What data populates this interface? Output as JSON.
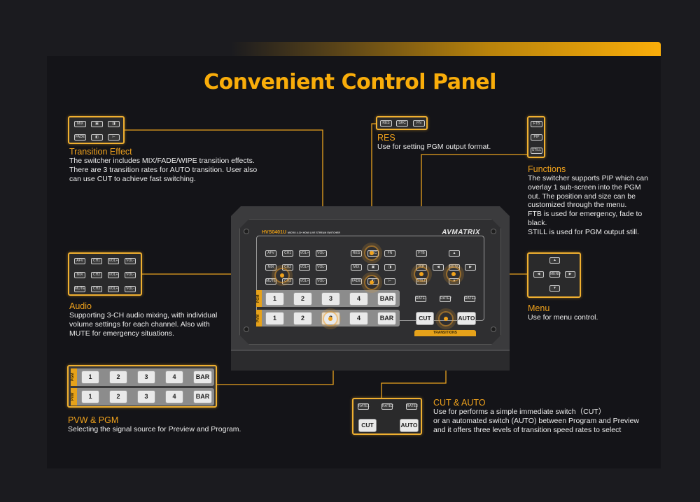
{
  "title": "Convenient Control Panel",
  "colors": {
    "accent": "#f9ad0a",
    "heading": "#f0a21c",
    "background": "#1b1b1f",
    "card": "#141418"
  },
  "sections": {
    "transition": {
      "heading": "Transition Effect",
      "lines": [
        "The switcher includes MIX/FADE/WIPE transition effects.",
        "There are 3 transition rates for AUTO transition. User also",
        "can use CUT to achieve fast switching."
      ],
      "keys": [
        "MIX",
        "wipe-1-icon",
        "wipe-2-icon",
        "FADE",
        "wipe-3-icon",
        "wipe-4-icon"
      ]
    },
    "res": {
      "heading": "RES",
      "lines": [
        "Use for setting PGM output format."
      ],
      "keys": [
        "RES",
        "SRC",
        "FN"
      ]
    },
    "functions": {
      "heading": "Functions",
      "lines": [
        "The switcher supports PIP which can",
        "overlay 1 sub-screen into the PGM",
        "out. The position and size can be",
        "customized through the menu.",
        "FTB is used for emergency, fade to",
        "black.",
        "STILL is used for PGM output still."
      ],
      "keys": [
        "FTB",
        "PIP",
        "STILL"
      ]
    },
    "audio": {
      "heading": "Audio",
      "lines": [
        "Supporting 3-CH audio mixing, with individual",
        "volume settings for each channel. Also with",
        "MUTE for emergency situations."
      ],
      "keys": [
        [
          "AFV",
          "CH1",
          "VOL+",
          "VOL-"
        ],
        [
          "MIX",
          "CH2",
          "VOL+",
          "VOL-"
        ],
        [
          "MUTE",
          "CH3",
          "VOL+",
          "VOL-"
        ]
      ]
    },
    "menu": {
      "heading": "Menu",
      "lines": [
        "Use for menu control."
      ],
      "keys": {
        "up": "▲",
        "left": "◀",
        "center": "MENU",
        "right": "▶",
        "down": "▼"
      }
    },
    "pvw_pgm": {
      "heading": "PVW & PGM",
      "lines": [
        "Selecting the signal source for Preview and Program."
      ],
      "rows": [
        {
          "tag": "PGM",
          "keys": [
            "1",
            "2",
            "3",
            "4",
            "BAR"
          ]
        },
        {
          "tag": "PVW",
          "keys": [
            "1",
            "2",
            "3",
            "4",
            "BAR"
          ]
        }
      ]
    },
    "cut_auto": {
      "heading": "CUT & AUTO",
      "lines": [
        "Use for performs a simple immediate switch（CUT）",
        "or an automated switch (AUTO) between Program and Preview",
        "and it offers three levels of transition speed rates to select"
      ],
      "rates": [
        "RATE1",
        "RATE2",
        "RATE3"
      ],
      "cut": "CUT",
      "auto": "AUTO"
    }
  },
  "device": {
    "model": "HVS0401U",
    "subtitle": "MICRO 4-CH HDMI LIVE STREAM SWITCHER",
    "brand": "AVMATRIX",
    "transitions_label": "TRANSITIONS",
    "rows": [
      {
        "tag": "PGM",
        "keys": [
          "1",
          "2",
          "3",
          "4",
          "BAR"
        ]
      },
      {
        "tag": "PVW",
        "keys": [
          "1",
          "2",
          "3",
          "4",
          "BAR"
        ]
      }
    ],
    "audio_keys": [
      [
        "AFV",
        "CH1",
        "VOL+",
        "VOL-"
      ],
      [
        "MIX",
        "CH2",
        "VOL+",
        "VOL-"
      ],
      [
        "MUTE",
        "CH3",
        "VOL+",
        "VOL-"
      ]
    ],
    "mid_keys": [
      [
        "RES",
        "SRC",
        "FN"
      ],
      [
        "MIX",
        "▣",
        "◨"
      ],
      [
        "FADE",
        "◧",
        "⊢"
      ]
    ],
    "func_keys": [
      "FTB",
      "PIP",
      "STILL"
    ],
    "menu_keys": {
      "up": "▲",
      "left": "◀",
      "center": "MENU",
      "right": "▶",
      "down": "▼"
    },
    "rates": [
      "RATE1",
      "RATE2",
      "RATE3"
    ],
    "cut": "CUT",
    "auto": "AUTO"
  }
}
